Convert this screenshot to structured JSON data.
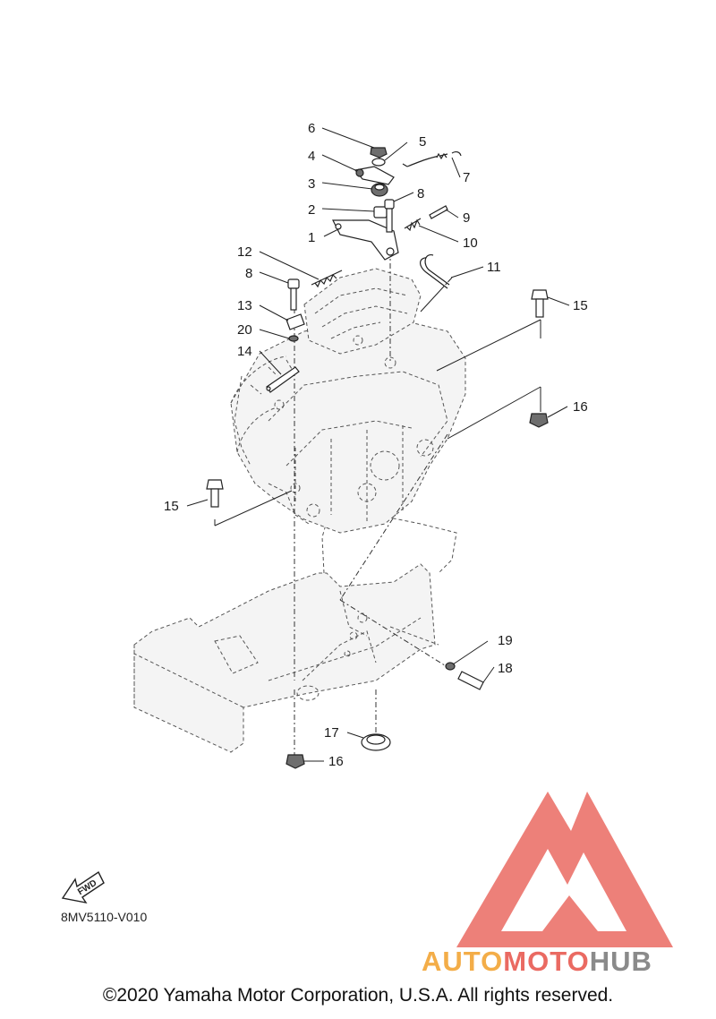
{
  "callouts": {
    "c1": "1",
    "c2": "2",
    "c3": "3",
    "c4": "4",
    "c5": "5",
    "c6": "6",
    "c7": "7",
    "c8a": "8",
    "c8b": "8",
    "c9": "9",
    "c10": "10",
    "c11": "11",
    "c12": "12",
    "c13": "13",
    "c14": "14",
    "c15a": "15",
    "c15b": "15",
    "c16a": "16",
    "c16b": "16",
    "c17": "17",
    "c18": "18",
    "c19": "19",
    "c20": "20"
  },
  "fwd_label": "FWD",
  "diagram_code": "8MV5110-V010",
  "copyright": "©2020 Yamaha Motor Corporation, U.S.A. All rights reserved.",
  "watermark": {
    "part1": "AUTO",
    "part2": "MOTO",
    "part3": "HUB"
  },
  "colors": {
    "watermark_red": "#ea6a62",
    "watermark_orange": "#f3ad48",
    "watermark_gray": "#8a8a8a",
    "line": "#222222"
  }
}
